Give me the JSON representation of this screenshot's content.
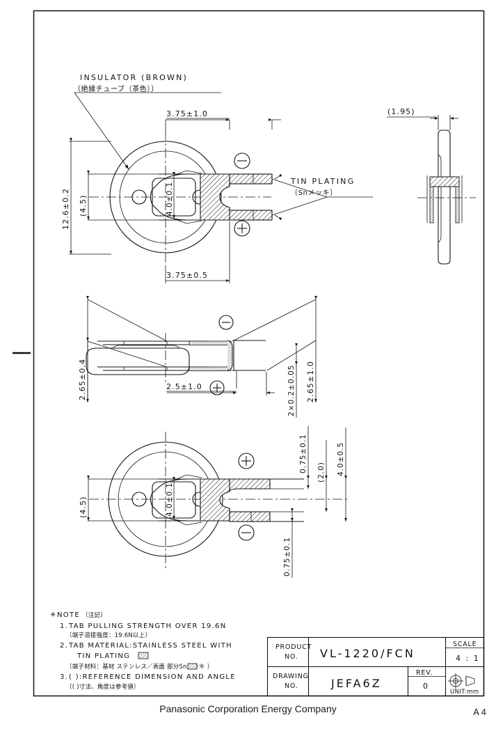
{
  "document": {
    "type": "engineering-drawing",
    "paper_size": "A 4",
    "footer": "Panasonic Corporation   Energy Company"
  },
  "callouts": {
    "insulator_en": "INSULATOR (BROWN)",
    "insulator_jp": "〔絶縁チューブ（茶色）〕",
    "tin_en": "TIN PLATING",
    "tin_jp": "〔Snメッキ〕"
  },
  "views": {
    "top": {
      "dims": {
        "width_top": "3.75±1.0",
        "width_bottom": "3.75±0.5",
        "height_overall": "12.6±0.2",
        "height_ref": "(4.5)",
        "tab_width": "4.0±0.1"
      },
      "polarity_top": "−",
      "polarity_bottom": "+"
    },
    "right_side": {
      "dims": {
        "thickness_ref": "(1.95)"
      }
    },
    "middle": {
      "dims": {
        "height_left": "2.65±0.4",
        "height_right": "2.65±1.0",
        "tab_length": "2.5±1.0",
        "tab_thickness": "2×0.2±0.05"
      },
      "polarity_top": "−",
      "polarity_bottom": "+"
    },
    "bottom": {
      "dims": {
        "height_ref": "(4.5)",
        "tab_width": "4.0±0.1",
        "lead_upper": "0.75±0.1",
        "lead_lower": "0.75±0.1",
        "lead_gap_ref": "(2.0)",
        "lead_span": "4.0±0.5"
      },
      "polarity_top": "+",
      "polarity_bottom": "−"
    }
  },
  "notes": {
    "heading_en": "NOTE",
    "heading_jp": "〔注記〕",
    "items": [
      {
        "num": "1.",
        "en": "TAB PULLING STRENGTH OVER 19.6N",
        "jp": "〔端子溶接強度：19.6N以上〕"
      },
      {
        "num": "2.",
        "en": "TAB MATERIAL:STAINLESS STEEL WITH",
        "en2": "TIN PLATING",
        "jp": "〔端子材料：基材 ステンレス／表面 部分Snメッキ 〕"
      },
      {
        "num": "3.",
        "en": "( ):REFERENCE DIMENSION AND ANGLE",
        "jp": "〔( )寸法、角度は参考値〕"
      }
    ]
  },
  "title_block": {
    "product_no_label_1": "PRODUCT",
    "product_no_label_2": "NO.",
    "product_no_value": "VL-1220/FCN",
    "drawing_no_label_1": "DRAWING",
    "drawing_no_label_2": "NO.",
    "drawing_no_value": "JEFA6Z",
    "rev_label": "REV.",
    "rev_value": "0",
    "scale_label": "SCALE",
    "scale_value": "4 : 1",
    "unit_label": "UNIT:mm",
    "projection_icon": "third-angle-projection-icon"
  },
  "colors": {
    "ink": "#111111",
    "paper": "#ffffff"
  }
}
